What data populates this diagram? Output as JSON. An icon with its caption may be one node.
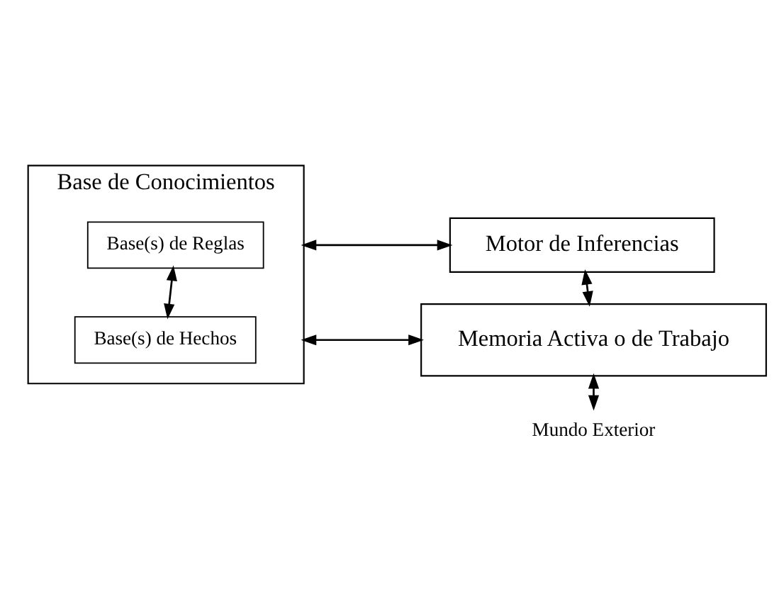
{
  "diagram": {
    "nodes": [
      {
        "text": [
          "Base de Conocimientos"
        ]
      },
      {
        "text": [
          "Base(s) de Reglas"
        ],
        "in": 0
      },
      {
        "text": [
          "Base(s) de Hechos"
        ],
        "in": 0
      },
      {
        "text": [
          "Motor de Inferencias"
        ]
      },
      {
        "text": [
          "Memoria Activa o de Trabajo"
        ]
      },
      {
        "text": [
          "Mundo Exterior"
        ]
      }
    ],
    "edges": [
      {
        "from": 0,
        "to": 3,
        "arrow": "both"
      },
      {
        "from": 1,
        "to": 2,
        "arrow": "both"
      },
      {
        "from": 0,
        "to": 4,
        "arrow": "both"
      },
      {
        "from": 3,
        "to": 4,
        "arrow": "both"
      },
      {
        "from": 4,
        "to": 5,
        "arrow": "both"
      }
    ]
  }
}
